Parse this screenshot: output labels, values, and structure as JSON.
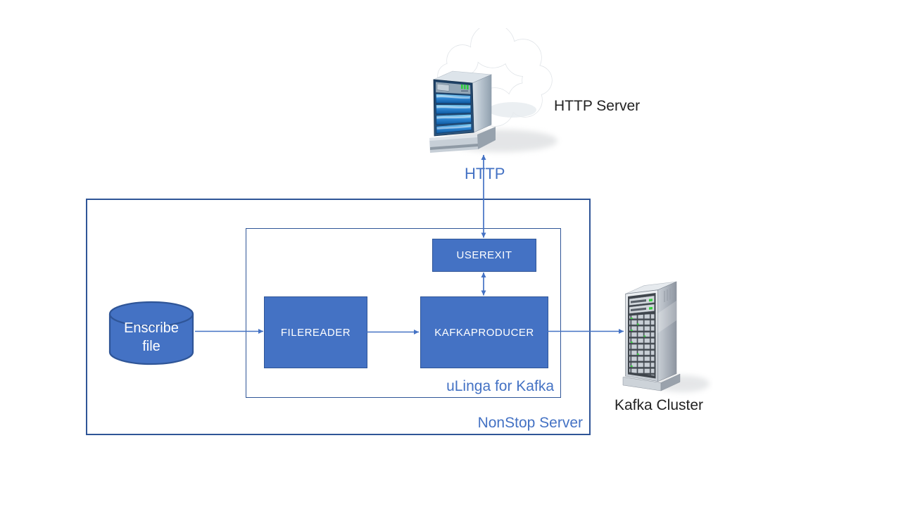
{
  "containers": {
    "nonstop": {
      "label": "NonStop Server"
    },
    "ulinga": {
      "label": "uLinga for Kafka"
    }
  },
  "nodes": {
    "userexit": {
      "label": "USEREXIT"
    },
    "filereader": {
      "label": "FILEREADER"
    },
    "kafkaproducer": {
      "label": "KAFKAPRODUCER"
    },
    "enscribe_file": {
      "line1": "Enscribe",
      "line2": "file",
      "icon": "database-cylinder-icon"
    },
    "http_server": {
      "label": "HTTP Server",
      "icon": "server-cloud-icon"
    },
    "kafka_cluster": {
      "label": "Kafka Cluster",
      "icon": "server-tower-icon"
    }
  },
  "connections": {
    "http_link": {
      "label": "HTTP",
      "from": "http_server",
      "to": "userexit",
      "bidirectional": true
    },
    "enscribe_to_filereader": {
      "from": "enscribe_file",
      "to": "filereader",
      "bidirectional": false
    },
    "filereader_to_kafkaproducer": {
      "from": "filereader",
      "to": "kafkaproducer",
      "bidirectional": false
    },
    "kafkaproducer_to_cluster": {
      "from": "kafkaproducer",
      "to": "kafka_cluster",
      "bidirectional": false
    },
    "userexit_kafkaproducer": {
      "from": "userexit",
      "to": "kafkaproducer",
      "bidirectional": true
    }
  },
  "colors": {
    "node_fill": "#4472C4",
    "node_border": "#2F5597",
    "container_border": "#2F5597",
    "arrow": "#4472C4",
    "blue_text": "#4472C4",
    "dark_text": "#222222",
    "background": "#FFFFFF"
  }
}
